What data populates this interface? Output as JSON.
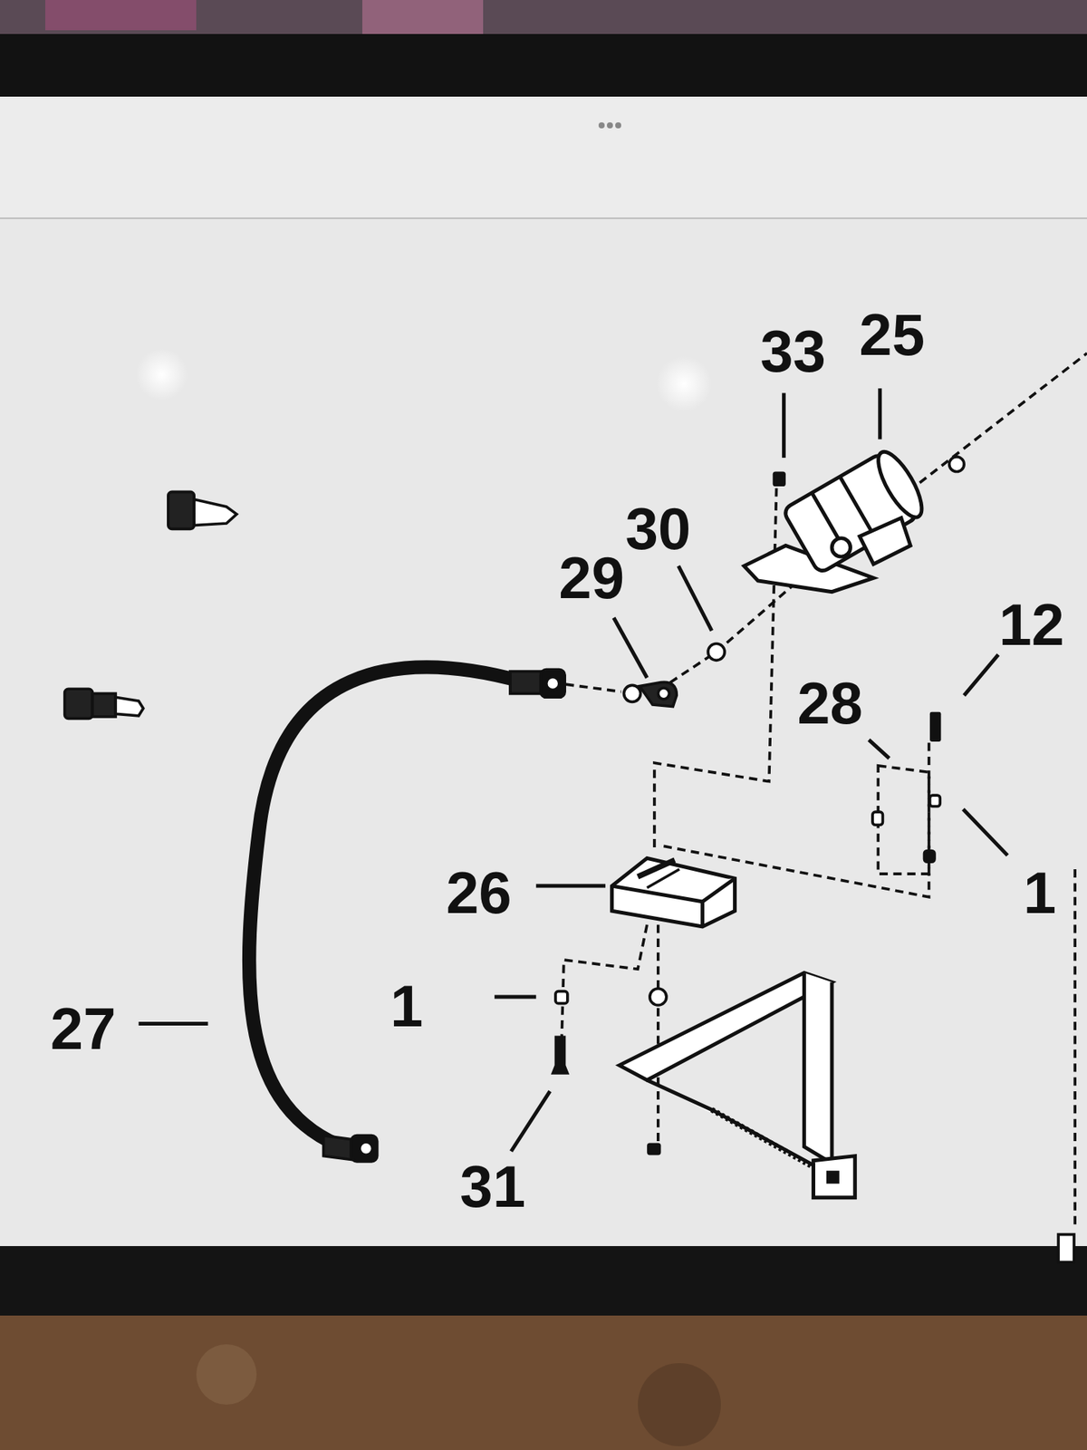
{
  "diagram": {
    "labels": [
      "33",
      "25",
      "30",
      "29",
      "12",
      "28",
      "1",
      "26",
      "1",
      "27",
      "31"
    ]
  }
}
